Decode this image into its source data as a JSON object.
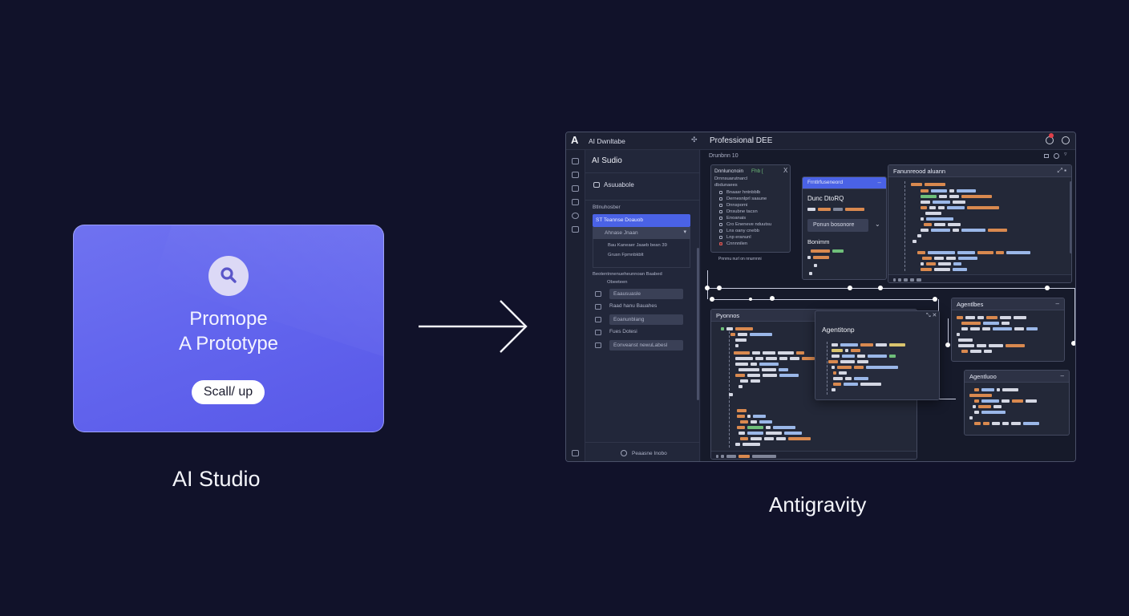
{
  "diagram": {
    "left": {
      "card": {
        "icon": "search-icon",
        "title_line1": "Promope",
        "title_line2": "A Prototype",
        "button_label": "Scall/ up",
        "gradient": [
          "#6f72f0",
          "#5858e8"
        ]
      },
      "caption": "AI Studio"
    },
    "arrow": {
      "icon": "arrow-right-icon",
      "direction": "left-to-right"
    },
    "right": {
      "caption": "Antigravity",
      "ide": {
        "top_bar": {
          "logo": "A",
          "app_title": "AI Dwnltabe",
          "pin_icon": "sparkle-icon",
          "workspace_title": "Professional DEE",
          "notification_badge_color": "#e0404a",
          "icons": [
            "notification-icon",
            "account-icon"
          ]
        },
        "sidebar": {
          "header": "AI Sudio",
          "section_button": "Asuuabole",
          "group_label": "Btlnuhosber",
          "selected_item": "ST Teannse Doauob",
          "dropdown_item": "Ahnase Jnaan",
          "sub_items": [
            "Bau Kaneaer Jaaeb bean 39",
            "Grusn Fpmnbkblt"
          ],
          "section_title": "Beotentnnenueheunnoan Baabed",
          "section_subtitle": "Obeeteen",
          "items": [
            {
              "label": "Eaausuasle",
              "boxed": true
            },
            {
              "label": "Raad hanu Bauahes",
              "boxed": false
            },
            {
              "label": "Eoanunblang",
              "boxed": true
            },
            {
              "label": "Fues Dotesi",
              "boxed": false
            },
            {
              "label": "Eonveanst newuLabesl",
              "boxed": true
            }
          ],
          "footer_label": "Peaasne Inobo"
        },
        "main": {
          "breadcrumb": "Drunbnn 10",
          "toolbar_icons": [
            "layout-icon",
            "settings-icon",
            "more-icon"
          ],
          "panels": {
            "file_list": {
              "title": "Dnnluncnoin",
              "title_suffix": "Fhb [",
              "close": "X",
              "subtitles": [
                "Drnnsuarutnarcl",
                "dbdunaees"
              ],
              "items": [
                "Bnaasr hntnbblb",
                "Dernesnlprl saaune",
                "Dnnsporni",
                "Dnsubne tacsn",
                "Enoanais",
                "Cro Eneneve nduutsu",
                "Lns oany cnebb",
                "Lnp eranunl",
                "Cnnnnilen"
              ],
              "footer": "Pnnrnu nurl on nnurnnni"
            },
            "properties": {
              "title": "Frntlrfuseneord",
              "heading": "Dunc DtoRQ",
              "select_value": "Ponun bosonore",
              "section": "Bonimm"
            },
            "editor_top": {
              "title": "Fanunreood aluann"
            },
            "editor_bottom": {
              "title": "Pyonnos"
            },
            "agent_popup": {
              "title": "Agentitonp"
            },
            "agent_right_1": {
              "title": "Agentlbes"
            },
            "agent_right_2": {
              "title": "Agentluoo"
            }
          }
        }
      }
    }
  }
}
